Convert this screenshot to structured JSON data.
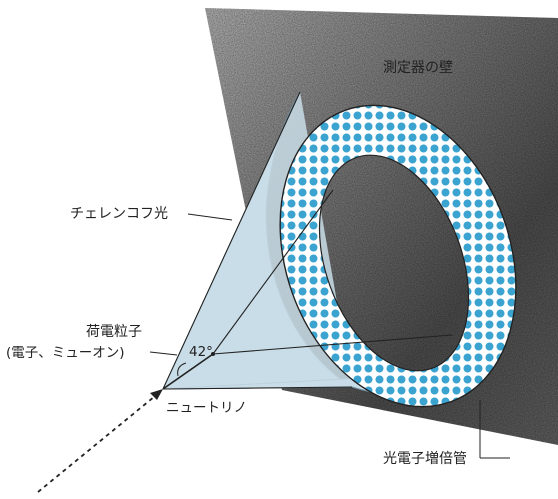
{
  "labels": {
    "wall": "測定器の壁",
    "cherenkov_light": "チェレンコフ光",
    "charged_particle": "荷電粒子",
    "charged_particle_examples": "(電子、ミューオン)",
    "angle": "42°",
    "neutrino": "ニュートリノ",
    "photomultiplier": "光電子増倍管"
  },
  "colors": {
    "wall_dark": "#4d4d4d",
    "wall_light": "#b8b8b8",
    "light_cone": "#c9dde8",
    "pmt_dot": "#3aa3d0",
    "pmt_bg": "#ffffff",
    "line": "#222222"
  }
}
